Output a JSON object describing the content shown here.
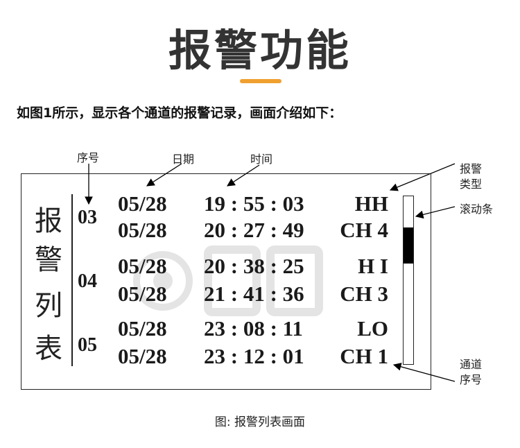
{
  "header": {
    "title": "报警功能",
    "accent_color": "#f0a030"
  },
  "intro": "如图1所示，显示各个通道的报警记录，画面介绍如下：",
  "labels": {
    "seq": "序号",
    "date": "日期",
    "time": "时间",
    "type_line1": "报警",
    "type_line2": "类型",
    "scroll": "滚动条",
    "channel_line1": "通道",
    "channel_line2": "序号"
  },
  "screen": {
    "side_title": [
      "报",
      "警",
      "列",
      "表"
    ],
    "groups": [
      {
        "seq": "03",
        "rows": [
          {
            "date": "05/28",
            "time": "19 : 55 : 03",
            "tag": "HH"
          },
          {
            "date": "05/28",
            "time": "20 : 27 : 49",
            "tag": "CH 4"
          }
        ]
      },
      {
        "seq": "04",
        "rows": [
          {
            "date": "05/28",
            "time": "20 : 38 : 25",
            "tag": "H I"
          },
          {
            "date": "05/28",
            "time": "21 : 41 : 36",
            "tag": "CH 3"
          }
        ]
      },
      {
        "seq": "05",
        "rows": [
          {
            "date": "05/28",
            "time": "23 : 08 : 11",
            "tag": "LO"
          },
          {
            "date": "05/28",
            "time": "23 : 12 : 01",
            "tag": "CH 1"
          }
        ]
      }
    ]
  },
  "caption": "图: 报警列表画面"
}
